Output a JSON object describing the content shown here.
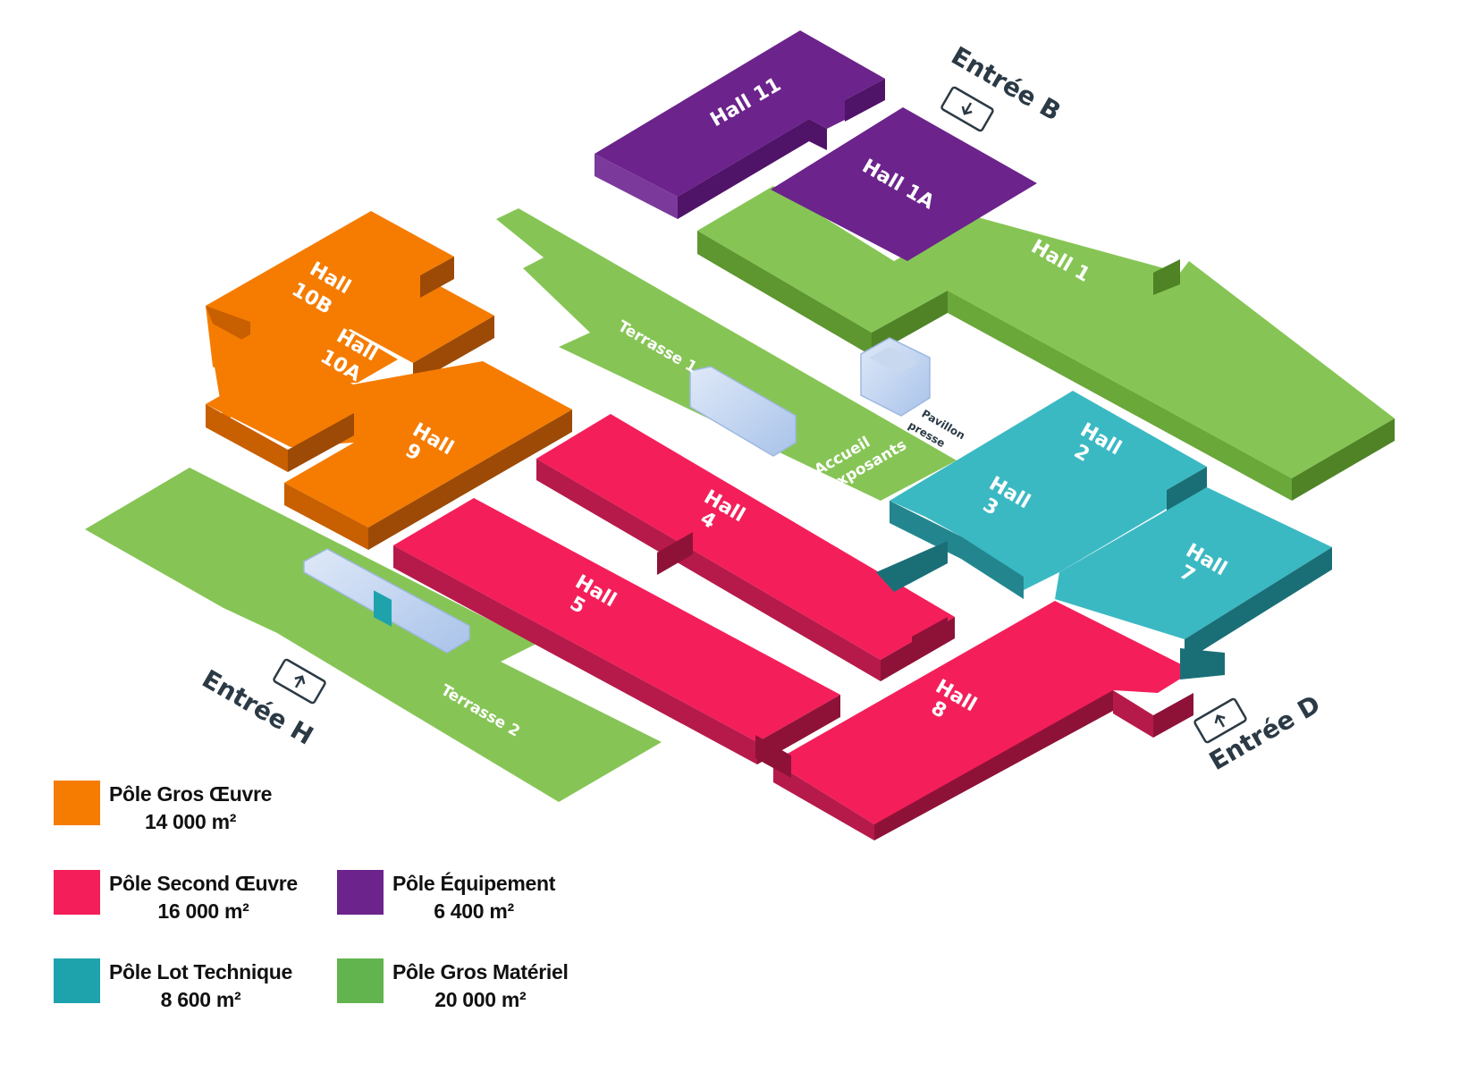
{
  "colors": {
    "gros_oeuvre": "#f57c00",
    "second_oeuvre": "#f41f5a",
    "lot_technique": "#3bb9c3",
    "equipement": "#6c238c",
    "gros_materiel": "#86c555",
    "entry_text": "#2b3a45"
  },
  "halls": {
    "h11": "Hall 11",
    "h1a": "Hall 1A",
    "h1": "Hall 1",
    "h10b": [
      "Hall",
      "10B"
    ],
    "h10a": [
      "Hall",
      "10A"
    ],
    "h9": [
      "Hall",
      "9"
    ],
    "h4": [
      "Hall",
      "4"
    ],
    "h5": [
      "Hall",
      "5"
    ],
    "h8": [
      "Hall",
      "8"
    ],
    "h2": [
      "Hall",
      "2"
    ],
    "h3": [
      "Hall",
      "3"
    ],
    "h7": [
      "Hall",
      "7"
    ]
  },
  "zones": {
    "terrasse1": "Terrasse 1",
    "terrasse2": "Terrasse 2",
    "accueil": [
      "Accueil",
      "exposants"
    ],
    "pavillon": [
      "Pavillon",
      "presse"
    ]
  },
  "entrances": {
    "b": "Entrée B",
    "h": "Entrée H",
    "d": "Entrée D",
    "icon": "entrance-arrow-icon"
  },
  "legend": [
    {
      "label": "Pôle Gros Œuvre",
      "area": "14 000 m²",
      "color": "#f57c00"
    },
    {
      "label": "Pôle Second Œuvre",
      "area": "16 000 m²",
      "color": "#f41f5a"
    },
    {
      "label": "Pôle Équipement",
      "area": "6 400 m²",
      "color": "#6c238c"
    },
    {
      "label": "Pôle  Lot Technique",
      "area": "8 600 m²",
      "color": "#1ea3ad"
    },
    {
      "label": "Pôle  Gros Matériel",
      "area": "20 000 m²",
      "color": "#62b44e"
    }
  ]
}
